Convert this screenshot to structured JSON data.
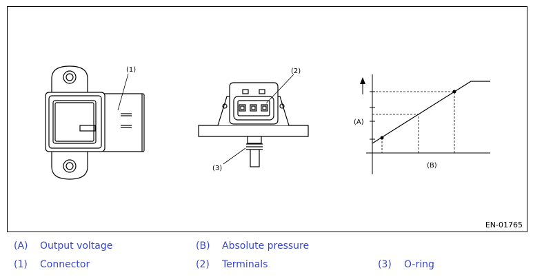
{
  "figure_id": "EN-01765",
  "callouts": {
    "connector": "(1)",
    "terminals": "(2)",
    "oring": "(3)",
    "axis_a": "(A)",
    "axis_b": "(B)"
  },
  "legend": [
    {
      "code": "(A)",
      "label": "Output voltage"
    },
    {
      "code": "(B)",
      "label": "Absolute pressure"
    },
    {
      "code": "(1)",
      "label": "Connector"
    },
    {
      "code": "(2)",
      "label": "Terminals"
    },
    {
      "code": "(3)",
      "label": "O-ring"
    }
  ],
  "colors": {
    "legend_text": "#3848c8",
    "line": "#000000"
  }
}
